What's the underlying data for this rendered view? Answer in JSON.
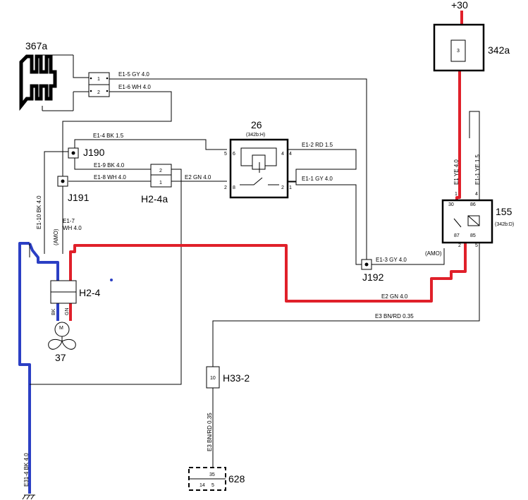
{
  "labels": {
    "b30": "+30",
    "c342a": "342a",
    "c367a": "367a",
    "c26": "26",
    "c26sub": "(342b:H)",
    "c155": "155",
    "c155sub": "(342b:D)",
    "j190": "J190",
    "j191": "J191",
    "j192": "J192",
    "h24a": "H2-4a",
    "h24": "H2-4",
    "c37": "37",
    "h332": "H33-2",
    "c628": "628",
    "amo1": "(AMO)",
    "amo2": "(AMO)",
    "m": "M"
  },
  "wires": {
    "e15": "E1-5  GY  4.0",
    "e16": "E1-6  WH  4.0",
    "e14": "E1-4  BK  1.5",
    "e19": "E1-9  BK  4.0",
    "e18": "E1-8  WH  4.0",
    "e2gn": "E2  GN  4.0",
    "e12": "E1-2  RD  1.5",
    "e11": "E1-1  GY  4.0",
    "e13": "E1-3  GY  4.0",
    "e2gnb": "E2  GN  4.0",
    "e3": "E3  BN/RD  0.35",
    "e110": "E1-10  BK  4.0",
    "e17a": "E1-7",
    "e17b": "WH  4.0",
    "e1ye": "E1  YE  4.0",
    "e11ye": "E1-1  YE  1.5",
    "e3v": "E3  BN/RD  0.35",
    "e314": "E31-4  BK  4.0",
    "bk": "BK",
    "gn": "GN"
  },
  "pins": {
    "p1": "1",
    "p2": "2",
    "p3": "3",
    "p5": "5",
    "p6": "6",
    "p4": "4",
    "p4b": "4",
    "p8": "8",
    "p2b": "2",
    "p1b": "1",
    "h2": "2",
    "h1": "1",
    "r30": "30",
    "r86": "86",
    "r87": "87",
    "r85": "85",
    "r1": "1",
    "r4": "4",
    "r2": "2",
    "r5": "5",
    "h10": "10",
    "c35": "35",
    "c14": "14",
    "c5": "5"
  },
  "colors": {
    "power": "#e0202a",
    "ground": "#2b3fc4",
    "line": "#000000"
  }
}
